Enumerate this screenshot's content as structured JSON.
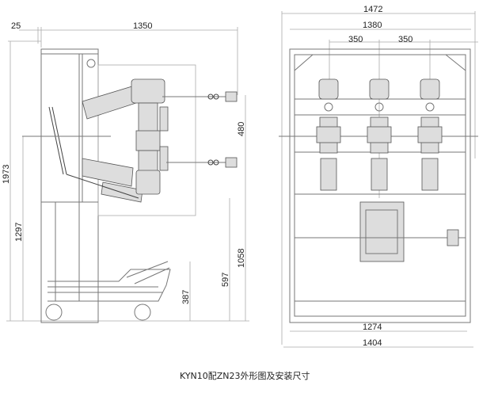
{
  "caption": "KYN10配ZN23外形图及安装尺寸",
  "side_view": {
    "dims": {
      "d25": "25",
      "d1350": "1350",
      "d1973": "1973",
      "d1297": "1297",
      "d480": "480",
      "d1058": "1058",
      "d597": "597",
      "d387": "387"
    }
  },
  "front_view": {
    "dims": {
      "d1472": "1472",
      "d1380": "1380",
      "d350a": "350",
      "d350b": "350",
      "d1274": "1274",
      "d1404": "1404"
    }
  }
}
